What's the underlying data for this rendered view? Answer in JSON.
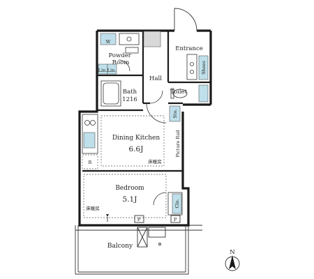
{
  "rooms": {
    "powder_room": "Powder\nRoom",
    "washer": "W",
    "entrance": "Entrance",
    "hall": "Hall",
    "bath": "Bath",
    "bath_size": "1216",
    "toilet": "Toilet",
    "dining_kitchen": "Dining Kitchen",
    "dining_kitchen_size": "6.6J",
    "bedroom": "Bedroom",
    "bedroom_size": "5.1J",
    "balcony": "Balcony",
    "refrigerator": "R",
    "picture_rail": "Picture Rail"
  },
  "storage": {
    "linen_1": "Lin.",
    "linen_2": "Lin.",
    "shoes": "Shoes",
    "storage_dk": "Sto.",
    "closet": "Clo."
  },
  "notes": {
    "floor_heating_dk": "床暖房",
    "floor_heating_bed": "床暖房",
    "pipe_1": "P",
    "pipe_2": "P"
  },
  "compass": {
    "north": "N"
  }
}
